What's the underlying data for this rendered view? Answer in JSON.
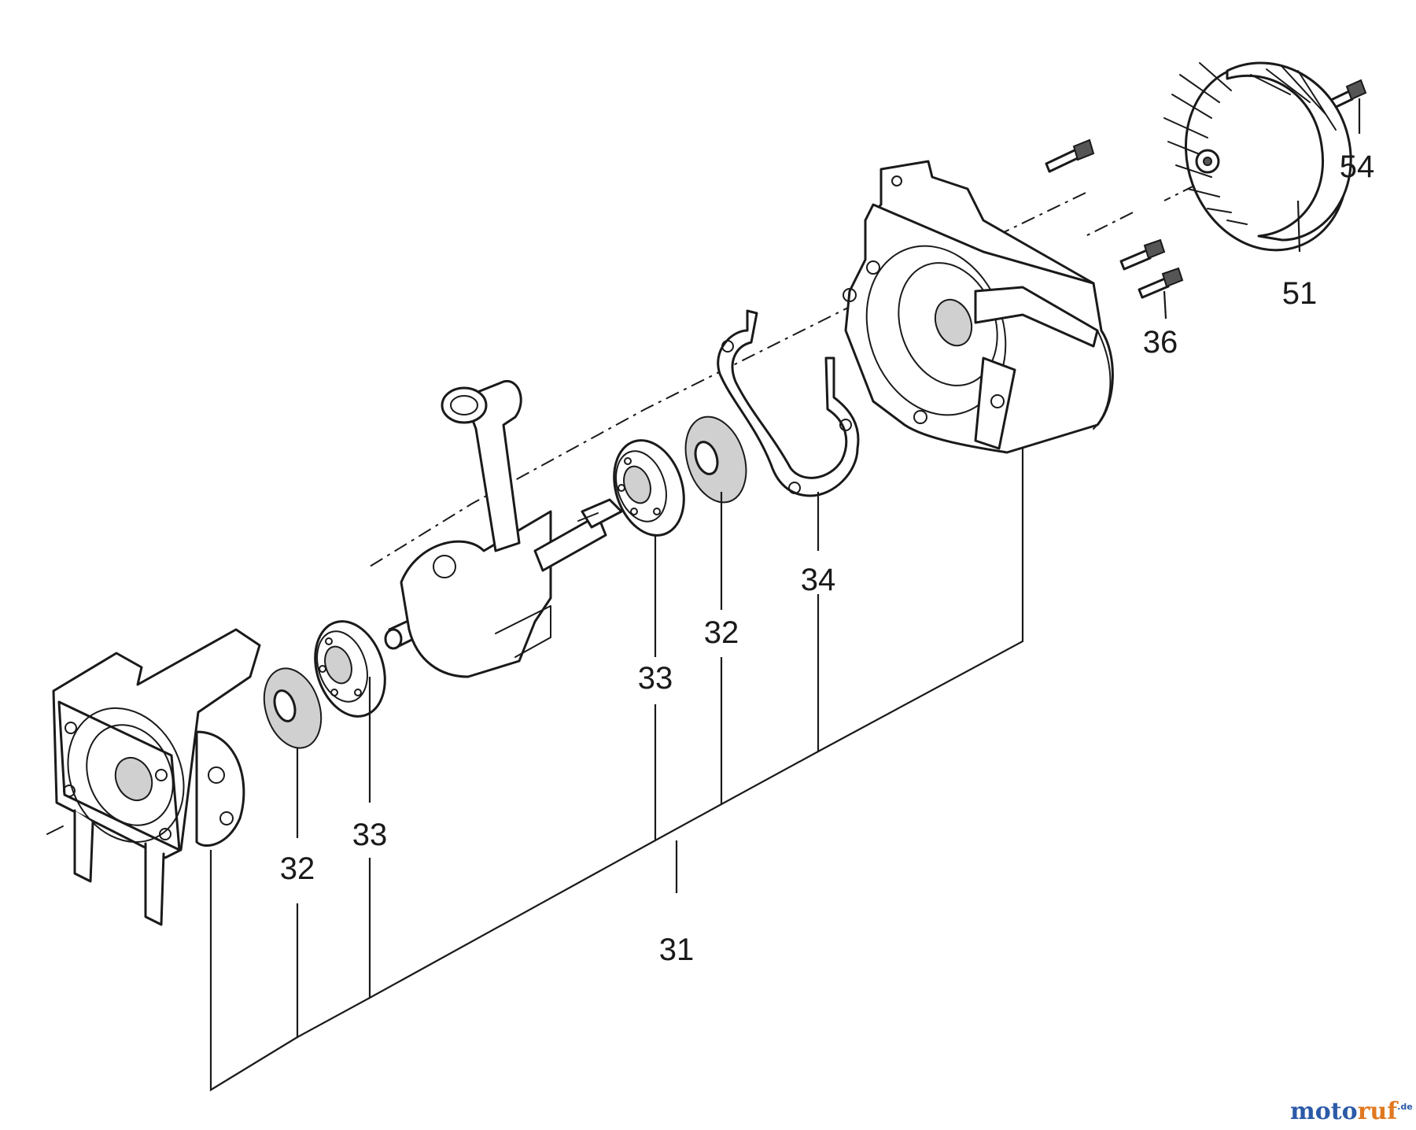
{
  "diagram": {
    "labels": {
      "p54": "54",
      "p51": "51",
      "p36": "36",
      "p34": "34",
      "p32_right": "32",
      "p33_right": "33",
      "p32_left": "32",
      "p33_left": "33",
      "p31": "31"
    },
    "watermark": {
      "part1": "moto",
      "part2": "ruf",
      "suffix": ".de",
      "color1": "#2b5aa8",
      "color2": "#e07820"
    }
  }
}
